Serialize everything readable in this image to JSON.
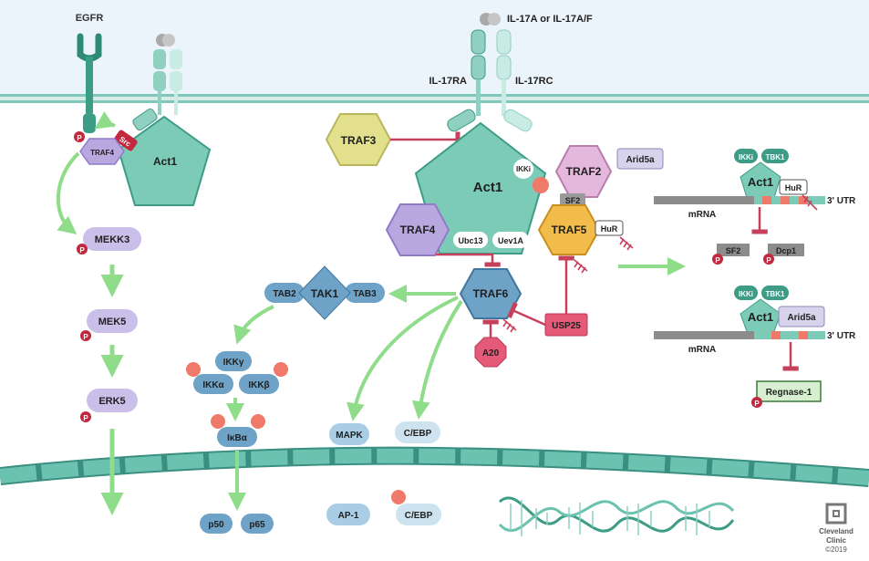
{
  "receptors": {
    "egfr": "EGFR",
    "ligand": "IL-17A or IL-17A/F",
    "il17ra": "IL-17RA",
    "il17rc": "IL-17RC"
  },
  "left": {
    "src": "Src",
    "traf4": "TRAF4",
    "act1": "Act1",
    "mekk3": "MEKK3",
    "mek5": "MEK5",
    "erk5": "ERK5"
  },
  "center": {
    "act1": "Act1",
    "traf3": "TRAF3",
    "traf2": "TRAF2",
    "traf4": "TRAF4",
    "traf5": "TRAF5",
    "traf6": "TRAF6",
    "ikki": "IKKi",
    "arid5a": "Arid5a",
    "sf2": "SF2",
    "hur": "HuR",
    "ubc13": "Ubc13",
    "uev1a": "Uev1A",
    "usp25": "USP25",
    "a20": "A20"
  },
  "signaling": {
    "tab2": "TAB2",
    "tak1": "TAK1",
    "tab3": "TAB3",
    "ikkg": "IKKγ",
    "ikka": "IKKα",
    "ikkb": "IKKβ",
    "ikba": "IκBα",
    "mapk": "MAPK",
    "cebp": "C/EBP"
  },
  "nucleus": {
    "p50": "p50",
    "p65": "p65",
    "ap1": "AP-1",
    "cebp": "C/EBP"
  },
  "right_top": {
    "ikki": "IKKi",
    "tbk1": "TBK1",
    "act1": "Act1",
    "hur": "HuR",
    "utr": "3' UTR",
    "mrna": "mRNA",
    "sf2": "SF2",
    "dcp1": "Dcp1"
  },
  "right_bottom": {
    "ikki": "IKKi",
    "tbk1": "TBK1",
    "act1": "Act1",
    "arid5a": "Arid5a",
    "utr": "3' UTR",
    "mrna": "mRNA",
    "regnase": "Regnase-1"
  },
  "phospho": "P",
  "logo": {
    "line1": "Cleveland",
    "line2": "Clinic",
    "copyright": "©2019"
  },
  "colors": {
    "act1": "#7ccbb7",
    "act1_stroke": "#3d9c86",
    "traf3": "#e2e08d",
    "traf2": "#e4b7dc",
    "traf4": "#b9a8e0",
    "traf5": "#f2bc4a",
    "traf6": "#6ea2c7",
    "purple_kinase": "#c9bfe8",
    "inhibit": "#c7405b",
    "activate": "#8fdc8a",
    "phospho": "#c2293f",
    "membrane": "#cfe3f1",
    "nucleus_envelope": "#6cc2b1"
  }
}
